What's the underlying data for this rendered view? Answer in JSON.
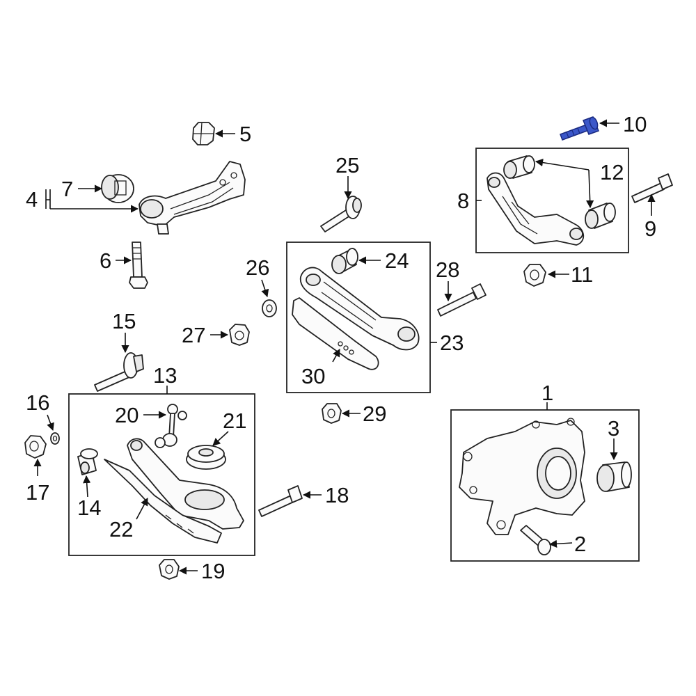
{
  "diagram": {
    "callouts": [
      {
        "id": "c1",
        "text": "1"
      },
      {
        "id": "c2",
        "text": "2"
      },
      {
        "id": "c3",
        "text": "3"
      },
      {
        "id": "c4",
        "text": "4"
      },
      {
        "id": "c5",
        "text": "5"
      },
      {
        "id": "c6",
        "text": "6"
      },
      {
        "id": "c7",
        "text": "7"
      },
      {
        "id": "c8",
        "text": "8"
      },
      {
        "id": "c9",
        "text": "9"
      },
      {
        "id": "c10",
        "text": "10"
      },
      {
        "id": "c11",
        "text": "11"
      },
      {
        "id": "c12",
        "text": "12"
      },
      {
        "id": "c13",
        "text": "13"
      },
      {
        "id": "c14",
        "text": "14"
      },
      {
        "id": "c15",
        "text": "15"
      },
      {
        "id": "c16",
        "text": "16"
      },
      {
        "id": "c17",
        "text": "17"
      },
      {
        "id": "c18",
        "text": "18"
      },
      {
        "id": "c19",
        "text": "19"
      },
      {
        "id": "c20",
        "text": "20"
      },
      {
        "id": "c21",
        "text": "21"
      },
      {
        "id": "c22",
        "text": "22"
      },
      {
        "id": "c23",
        "text": "23"
      },
      {
        "id": "c24",
        "text": "24"
      },
      {
        "id": "c25",
        "text": "25"
      },
      {
        "id": "c26",
        "text": "26"
      },
      {
        "id": "c27",
        "text": "27"
      },
      {
        "id": "c28",
        "text": "28"
      },
      {
        "id": "c29",
        "text": "29"
      },
      {
        "id": "c30",
        "text": "30"
      }
    ],
    "highlighted_part": "10",
    "highlight_color": "#3b57c9",
    "line_color": "#222222"
  }
}
